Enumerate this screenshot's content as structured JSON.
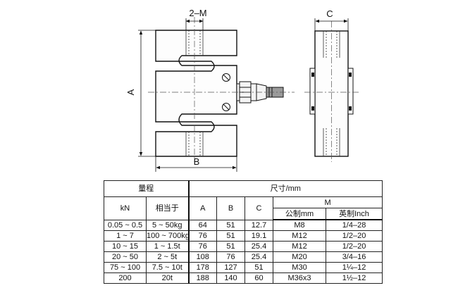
{
  "drawing": {
    "labels": {
      "thread": "2–M",
      "height": "A",
      "width": "B",
      "depth": "C"
    }
  },
  "table": {
    "header": {
      "range": "量程",
      "dimensions": "尺寸/mm",
      "unit_kn": "kN",
      "equivalent": "相当于",
      "col_a": "A",
      "col_b": "B",
      "col_c": "C",
      "col_m": "M",
      "metric": "公制mm",
      "inch": "英制Inch"
    },
    "rows": [
      {
        "kn": "0.05 ~ 0.5",
        "equiv": "5 ~ 50kg",
        "a": "64",
        "b": "51",
        "c": "12.7",
        "metric": "M8",
        "inch": "1/4–28"
      },
      {
        "kn": "1 ~ 7",
        "equiv": "100 ~ 700kg",
        "a": "76",
        "b": "51",
        "c": "19.1",
        "metric": "M12",
        "inch": "1/2–20"
      },
      {
        "kn": "10 ~ 15",
        "equiv": "1 ~ 1.5t",
        "a": "76",
        "b": "51",
        "c": "25.4",
        "metric": "M12",
        "inch": "1/2–20"
      },
      {
        "kn": "20 ~ 50",
        "equiv": "2 ~ 5t",
        "a": "108",
        "b": "76",
        "c": "25.4",
        "metric": "M20",
        "inch": "3/4–16"
      },
      {
        "kn": "75 ~ 100",
        "equiv": "7.5 ~ 10t",
        "a": "178",
        "b": "127",
        "c": "51",
        "metric": "M30",
        "inch": "1¼–12"
      },
      {
        "kn": "200",
        "equiv": "20t",
        "a": "188",
        "b": "140",
        "c": "60",
        "metric": "M36x3",
        "inch": "1½–12"
      }
    ]
  }
}
